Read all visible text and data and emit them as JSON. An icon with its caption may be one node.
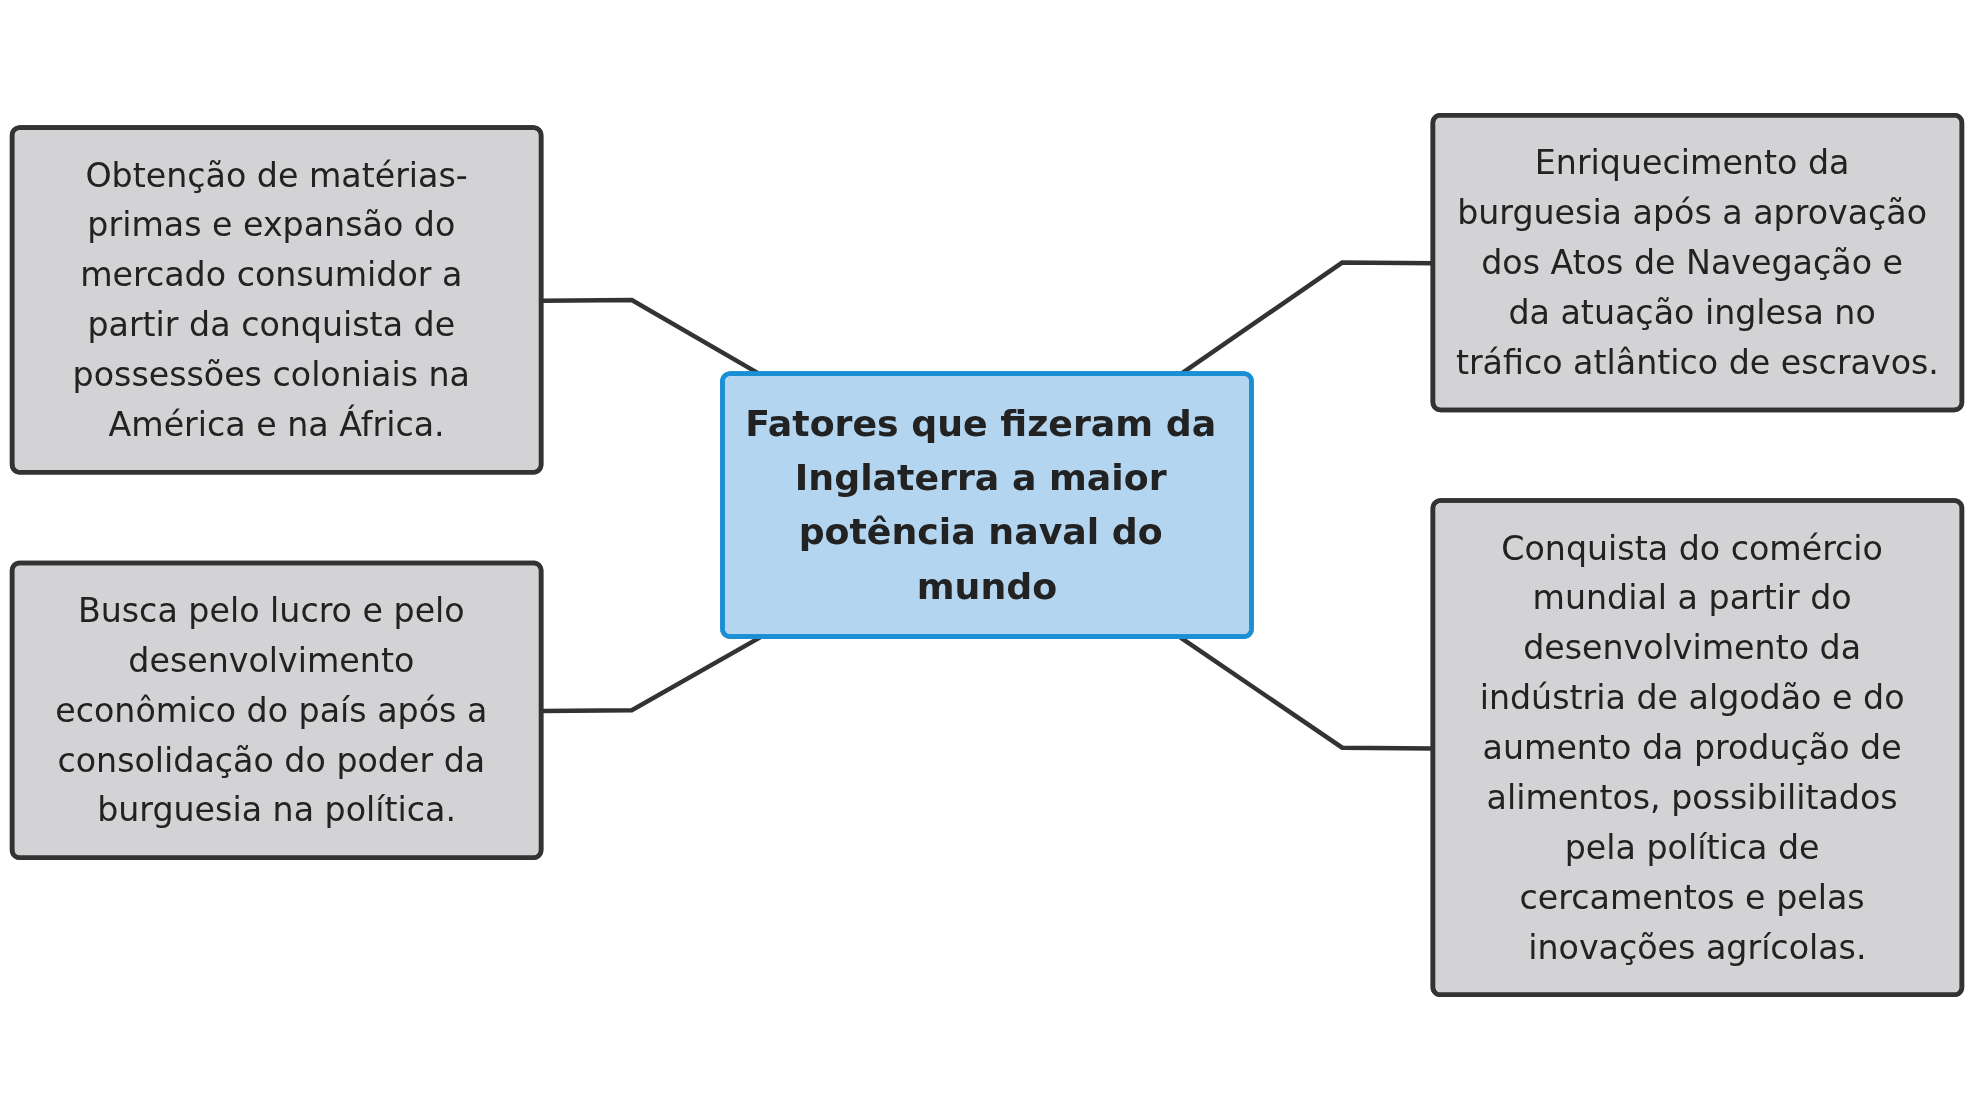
{
  "diagram": {
    "nodes": [
      {
        "text": [
          "Obtenção de matérias-primas e expansão do mercado consumidor a partir da conquista de possessões coloniais na América e na África."
        ]
      },
      {
        "text": [
          "Enriquecimento da burguesia após a aprovação dos Atos de Navegação e da atuação inglesa no tráfico atlântico de escravos."
        ]
      },
      {
        "text": [
          "Fatores que fizeram da Inglaterra a maior potência naval do mundo"
        ]
      },
      {
        "text": [
          "Busca pelo lucro e pelo desenvolvimento econômico do país após a consolidação do poder da burguesia na política."
        ]
      },
      {
        "text": [
          "Conquista do comércio mundial a partir do desenvolvimento da indústria de algodão e do aumento da produção de alimentos, possibilitados pela política de cercamentos e pelas inovações agrícolas."
        ]
      }
    ],
    "edges": [
      {
        "from": 0,
        "to": 2,
        "arrow": "none"
      },
      {
        "from": 3,
        "to": 2,
        "arrow": "none"
      },
      {
        "from": 2,
        "to": 1,
        "arrow": "none"
      },
      {
        "from": 2,
        "to": 4,
        "arrow": "none"
      }
    ]
  }
}
